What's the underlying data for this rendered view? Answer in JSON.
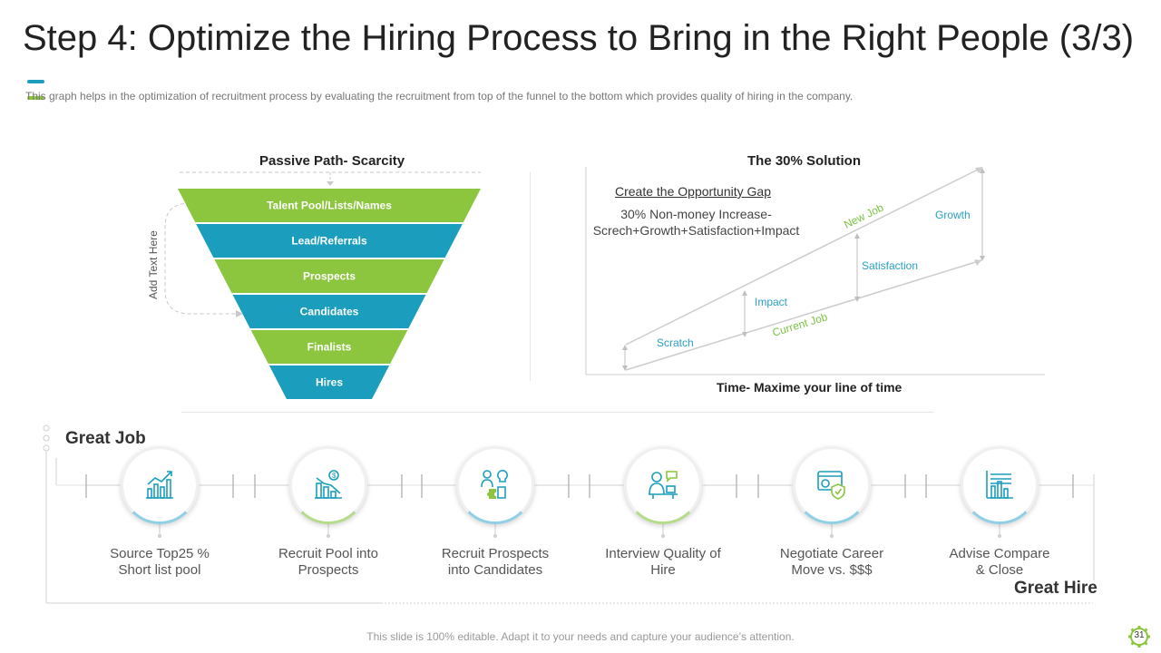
{
  "slide": {
    "title": "Step 4: Optimize the Hiring Process to Bring in the Right People (3/3)",
    "subtitle": "This graph helps in the optimization of recruitment process by evaluating  the recruitment from top of the funnel to the bottom which provides  quality of hiring in the company.",
    "footer": "This slide is 100% editable. Adapt it to your needs and capture your audience’s attention.",
    "page_number": "31",
    "colors": {
      "green": "#8cc63f",
      "blue": "#1b9ebe",
      "green_text": "#7cc242",
      "blue_text": "#2a9fc4"
    }
  },
  "funnel": {
    "title": "Passive Path- Scarcity",
    "side_label": "Add Text Here",
    "levels": [
      {
        "label": "Talent Pool/Lists/Names",
        "color": "#8cc63f"
      },
      {
        "label": "Lead/Referrals",
        "color": "#1b9ebe"
      },
      {
        "label": "Prospects",
        "color": "#8cc63f"
      },
      {
        "label": "Candidates",
        "color": "#1b9ebe"
      },
      {
        "label": "Finalists",
        "color": "#8cc63f"
      },
      {
        "label": "Hires",
        "color": "#1b9ebe"
      }
    ]
  },
  "solution": {
    "title": "The 30% Solution",
    "gap_title": "Create the Opportunity Gap",
    "gap_line1": "30% Non-money Increase-",
    "gap_line2": "Screch+Growth+Satisfaction+Impact",
    "x_axis_label": "Time- Maxime your line of time",
    "labels": {
      "new_job": "New Job",
      "current_job": "Current  Job",
      "scratch": "Scratch",
      "impact": "Impact",
      "satisfaction": "Satisfaction",
      "growth": "Growth"
    }
  },
  "process": {
    "start_label": "Great Job",
    "end_label": "Great Hire",
    "steps": [
      {
        "label": "Source Top25 %\nShort list pool",
        "icon": "bar-chart-growth-icon"
      },
      {
        "label": "Recruit Pool into\nProspects",
        "icon": "money-decline-chart-icon"
      },
      {
        "label": "Recruit Prospects\ninto Candidates",
        "icon": "idea-puzzle-people-icon"
      },
      {
        "label": "Interview  Quality of\nHire",
        "icon": "interview-desk-icon"
      },
      {
        "label": "Negotiate  Career\nMove vs. $$$",
        "icon": "secure-payment-icon"
      },
      {
        "label": "Advise Compare\n& Close",
        "icon": "comparison-chart-icon"
      }
    ]
  }
}
